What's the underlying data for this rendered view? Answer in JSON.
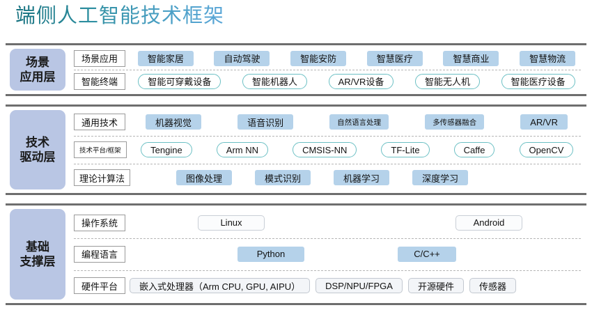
{
  "title": "端侧人工智能技术框架",
  "theme": {
    "title_gradient_start": "#14707e",
    "title_gradient_end": "#5aa6d8",
    "layer_badge_fill": "#b9c6e4",
    "pill_blue_fill": "#b5d2ea",
    "pill_teal_border": "#6cc0c4",
    "section_rule": "#6e6e6e"
  },
  "sections": [
    {
      "name": "scene-application-layer",
      "badge_line1": "场景",
      "badge_line2": "应用层",
      "rows": [
        {
          "label": "场景应用",
          "label_small": false,
          "style": "blue",
          "items": [
            "智能家居",
            "自动驾驶",
            "智能安防",
            "智慧医疗",
            "智慧商业",
            "智慧物流"
          ]
        },
        {
          "label": "智能终端",
          "label_small": false,
          "style": "teal",
          "items": [
            "智能可穿戴设备",
            "智能机器人",
            "AR/VR设备",
            "智能无人机",
            "智能医疗设备"
          ]
        }
      ]
    },
    {
      "name": "technology-driver-layer",
      "badge_line1": "技术",
      "badge_line2": "驱动层",
      "rows": [
        {
          "label": "通用技术",
          "label_small": false,
          "style": "blue",
          "items": [
            "机器视觉",
            "语音识别",
            "自然语言处理",
            "多传感器融合",
            "AR/VR"
          ],
          "small_items": [
            "自然语言处理",
            "多传感器融合"
          ]
        },
        {
          "label": "技术平台/框架",
          "label_small": true,
          "style": "teal",
          "items": [
            "Tengine",
            "Arm NN",
            "CMSIS-NN",
            "TF-Lite",
            "Caffe",
            "OpenCV"
          ]
        },
        {
          "label": "理论计算法",
          "label_small": false,
          "style": "blue",
          "items": [
            "图像处理",
            "模式识别",
            "机器学习",
            "深度学习"
          ]
        }
      ]
    },
    {
      "name": "foundation-support-layer",
      "badge_line1": "基础",
      "badge_line2": "支撑层",
      "rows": [
        {
          "label": "操作系统",
          "label_small": false,
          "style": "ghost",
          "items": [
            "Linux",
            "Android"
          ]
        },
        {
          "label": "编程语言",
          "label_small": false,
          "style": "blue",
          "items": [
            "Python",
            "C/C++"
          ]
        },
        {
          "label": "硬件平台",
          "label_small": false,
          "style": "grayb",
          "items": [
            "嵌入式处理器（Arm CPU, GPU, AIPU）",
            "DSP/NPU/FPGA",
            "开源硬件",
            "传感器"
          ]
        }
      ]
    }
  ]
}
